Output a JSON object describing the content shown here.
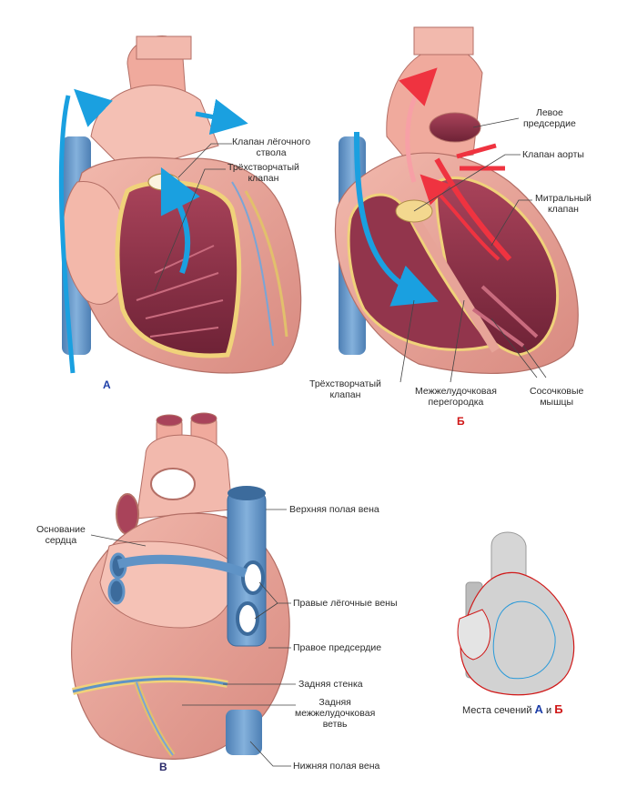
{
  "panels": {
    "a_letter": "А",
    "b_letter": "Б",
    "v_letter": "В"
  },
  "colors": {
    "letter_a": "#1e3fa8",
    "letter_b": "#d01818",
    "letter_v": "#2a2a6a",
    "heart_muscle": "#e8a79a",
    "heart_muscle_dark": "#b46f66",
    "chamber_interior": "#8a2f45",
    "vein_blue": "#5f93c6",
    "flow_blue": "#1aa0e0",
    "flow_red": "#ef3340",
    "fat_yellow": "#f0d27a"
  },
  "labels_a": {
    "pulmonary_valve": "Клапан лёгочного\nствола",
    "tricuspid_valve": "Трёхстворчатый\nклапан"
  },
  "labels_b": {
    "left_atrium": "Левое\nпредсердие",
    "aortic_valve": "Клапан аорты",
    "mitral_valve": "Митральный\nклапан",
    "tricuspid_valve": "Трёхстворчатый\nклапан",
    "septum": "Межжелудочковая\nперегородка",
    "papillary_muscles": "Сосочковые\nмышцы"
  },
  "labels_v": {
    "base_of_heart": "Основание\nсердца",
    "superior_vena_cava": "Верхняя полая вена",
    "right_pulmonary_veins": "Правые лёгочные вены",
    "right_atrium": "Правое предсердие",
    "posterior_wall": "Задняя стенка",
    "posterior_interventricular_branch": "Задняя\nмежжелудочковая\nветвь",
    "inferior_vena_cava": "Нижняя полая вена"
  },
  "legend": {
    "prefix": "Места сечений",
    "a": "А",
    "conj": "и",
    "b": "Б"
  }
}
